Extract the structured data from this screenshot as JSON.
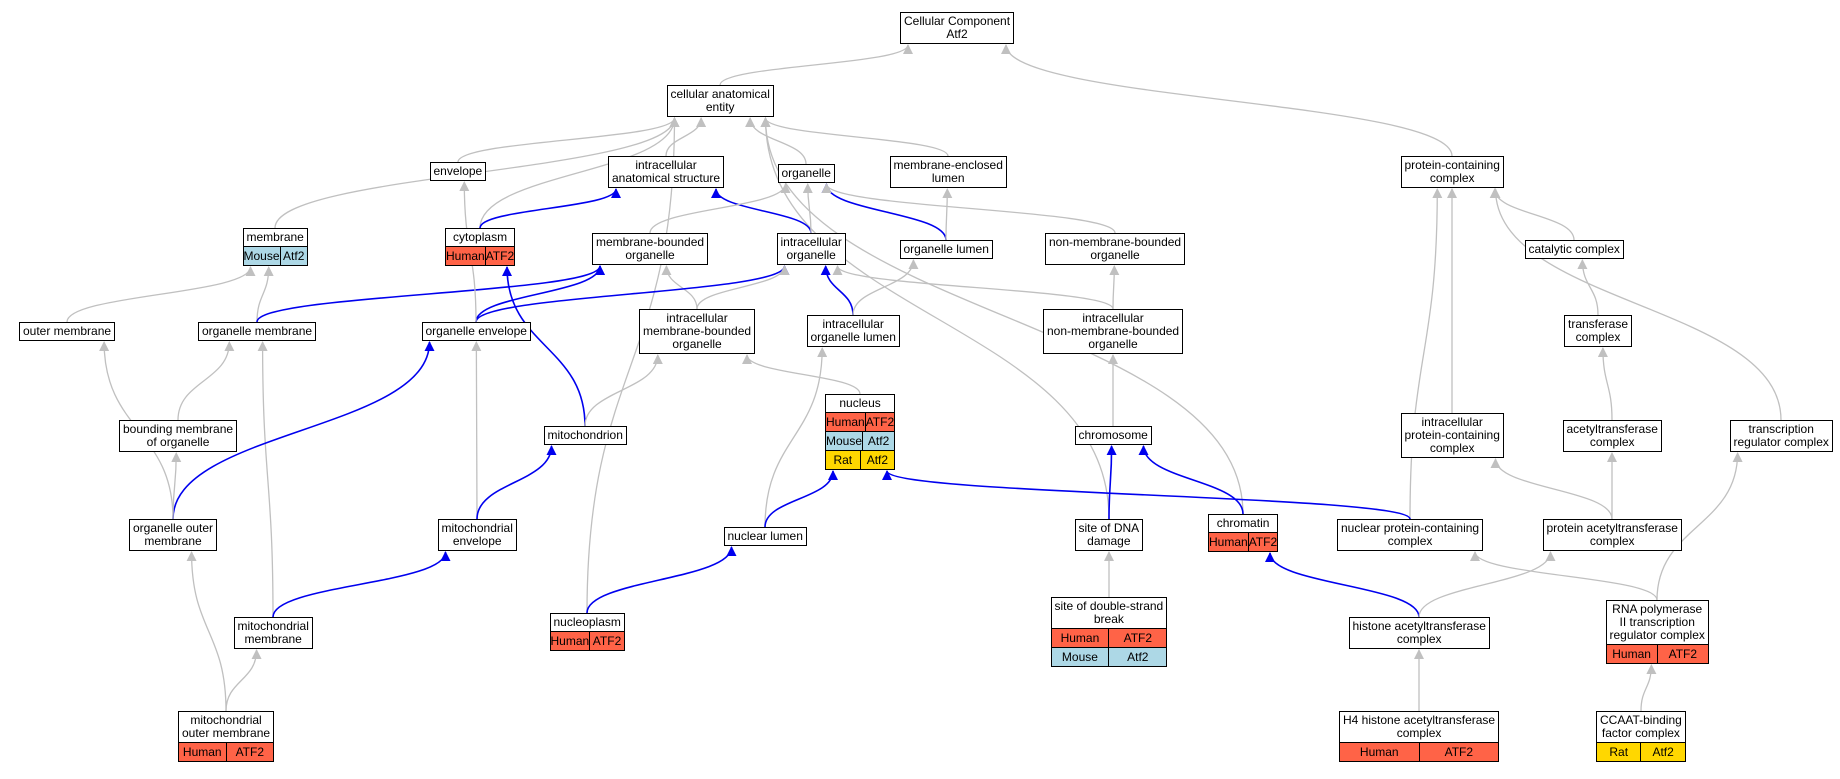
{
  "colors": {
    "Human": "#ff6347",
    "Mouse": "#add8e6",
    "Rat": "#ffd700",
    "edge_gray": "#c0c0c0",
    "edge_blue": "#0000ee"
  },
  "nodes": [
    {
      "id": "cc",
      "lines": [
        "Cellular Component",
        "Atf2"
      ]
    },
    {
      "id": "cae",
      "lines": [
        "cellular anatomical",
        "entity"
      ]
    },
    {
      "id": "envelope",
      "lines": [
        "envelope"
      ]
    },
    {
      "id": "ias",
      "lines": [
        "intracellular",
        "anatomical structure"
      ]
    },
    {
      "id": "organelle",
      "lines": [
        "organelle"
      ]
    },
    {
      "id": "mel",
      "lines": [
        "membrane-enclosed",
        "lumen"
      ]
    },
    {
      "id": "pcc",
      "lines": [
        "protein-containing",
        "complex"
      ]
    },
    {
      "id": "membrane",
      "lines": [
        "membrane"
      ],
      "ann": [
        {
          "species": "Mouse",
          "gene": "Atf2"
        }
      ]
    },
    {
      "id": "cytoplasm",
      "lines": [
        "cytoplasm"
      ],
      "ann": [
        {
          "species": "Human",
          "gene": "ATF2"
        }
      ]
    },
    {
      "id": "mbo",
      "lines": [
        "membrane-bounded",
        "organelle"
      ]
    },
    {
      "id": "io",
      "lines": [
        "intracellular",
        "organelle"
      ]
    },
    {
      "id": "ol",
      "lines": [
        "organelle lumen"
      ]
    },
    {
      "id": "nmbo",
      "lines": [
        "non-membrane-bounded",
        "organelle"
      ]
    },
    {
      "id": "catc",
      "lines": [
        "catalytic complex"
      ]
    },
    {
      "id": "om",
      "lines": [
        "outer membrane"
      ]
    },
    {
      "id": "orgm",
      "lines": [
        "organelle membrane"
      ]
    },
    {
      "id": "oenv",
      "lines": [
        "organelle envelope"
      ]
    },
    {
      "id": "imbo",
      "lines": [
        "intracellular",
        "membrane-bounded",
        "organelle"
      ]
    },
    {
      "id": "iol",
      "lines": [
        "intracellular",
        "organelle lumen"
      ]
    },
    {
      "id": "inmbo",
      "lines": [
        "intracellular",
        "non-membrane-bounded",
        "organelle"
      ]
    },
    {
      "id": "trc",
      "lines": [
        "transferase",
        "complex"
      ]
    },
    {
      "id": "bmo",
      "lines": [
        "bounding membrane",
        "of organelle"
      ]
    },
    {
      "id": "mito",
      "lines": [
        "mitochondrion"
      ]
    },
    {
      "id": "nucleus",
      "lines": [
        "nucleus"
      ],
      "ann": [
        {
          "species": "Human",
          "gene": "ATF2"
        },
        {
          "species": "Mouse",
          "gene": "Atf2"
        },
        {
          "species": "Rat",
          "gene": "Atf2"
        }
      ]
    },
    {
      "id": "chrom",
      "lines": [
        "chromosome"
      ]
    },
    {
      "id": "ipcc",
      "lines": [
        "intracellular",
        "protein-containing",
        "complex"
      ]
    },
    {
      "id": "actc",
      "lines": [
        "acetyltransferase",
        "complex"
      ]
    },
    {
      "id": "trcx",
      "lines": [
        "transcription",
        "regulator complex"
      ]
    },
    {
      "id": "oom",
      "lines": [
        "organelle outer",
        "membrane"
      ]
    },
    {
      "id": "menv",
      "lines": [
        "mitochondrial",
        "envelope"
      ]
    },
    {
      "id": "nl",
      "lines": [
        "nuclear lumen"
      ]
    },
    {
      "id": "sdd",
      "lines": [
        "site of DNA",
        "damage"
      ]
    },
    {
      "id": "chromatin",
      "lines": [
        "chromatin"
      ],
      "ann": [
        {
          "species": "Human",
          "gene": "ATF2"
        }
      ]
    },
    {
      "id": "npcc",
      "lines": [
        "nuclear protein-containing",
        "complex"
      ]
    },
    {
      "id": "pac",
      "lines": [
        "protein acetyltransferase",
        "complex"
      ]
    },
    {
      "id": "nucleoplasm",
      "lines": [
        "nucleoplasm"
      ],
      "ann": [
        {
          "species": "Human",
          "gene": "ATF2"
        }
      ]
    },
    {
      "id": "mm",
      "lines": [
        "mitochondrial",
        "membrane"
      ]
    },
    {
      "id": "sdsb",
      "lines": [
        "site of double-strand",
        "break"
      ],
      "ann": [
        {
          "species": "Human",
          "gene": "ATF2"
        },
        {
          "species": "Mouse",
          "gene": "Atf2"
        }
      ]
    },
    {
      "id": "hac",
      "lines": [
        "histone acetyltransferase",
        "complex"
      ]
    },
    {
      "id": "rnap",
      "lines": [
        "RNA polymerase",
        "II transcription",
        "regulator complex"
      ],
      "ann": [
        {
          "species": "Human",
          "gene": "ATF2"
        }
      ]
    },
    {
      "id": "mom",
      "lines": [
        "mitochondrial",
        "outer membrane"
      ],
      "ann": [
        {
          "species": "Human",
          "gene": "ATF2"
        }
      ]
    },
    {
      "id": "h4hac",
      "lines": [
        "H4 histone acetyltransferase",
        "complex"
      ],
      "ann": [
        {
          "species": "Human",
          "gene": "ATF2"
        }
      ]
    },
    {
      "id": "ccaat",
      "lines": [
        "CCAAT-binding",
        "factor complex"
      ],
      "ann": [
        {
          "species": "Rat",
          "gene": "Atf2"
        }
      ]
    }
  ],
  "edges": [
    {
      "from": "cae",
      "to": "cc",
      "kind": "gray"
    },
    {
      "from": "pcc",
      "to": "cc",
      "kind": "gray"
    },
    {
      "from": "envelope",
      "to": "cae",
      "kind": "gray"
    },
    {
      "from": "ias",
      "to": "cae",
      "kind": "gray"
    },
    {
      "from": "organelle",
      "to": "cae",
      "kind": "gray"
    },
    {
      "from": "mel",
      "to": "cae",
      "kind": "gray"
    },
    {
      "from": "membrane",
      "to": "cae",
      "kind": "gray"
    },
    {
      "from": "cytoplasm",
      "to": "cae",
      "kind": "gray"
    },
    {
      "from": "nucleoplasm",
      "to": "cae",
      "kind": "gray"
    },
    {
      "from": "sdd",
      "to": "cae",
      "kind": "gray"
    },
    {
      "from": "chromatin",
      "to": "cae",
      "kind": "gray"
    },
    {
      "from": "cytoplasm",
      "to": "ias",
      "kind": "blue"
    },
    {
      "from": "io",
      "to": "ias",
      "kind": "blue"
    },
    {
      "from": "ol",
      "to": "organelle",
      "kind": "blue"
    },
    {
      "from": "mbo",
      "to": "organelle",
      "kind": "gray"
    },
    {
      "from": "io",
      "to": "organelle",
      "kind": "gray"
    },
    {
      "from": "nmbo",
      "to": "organelle",
      "kind": "gray"
    },
    {
      "from": "ol",
      "to": "mel",
      "kind": "gray"
    },
    {
      "from": "catc",
      "to": "pcc",
      "kind": "gray"
    },
    {
      "from": "ipcc",
      "to": "pcc",
      "kind": "gray"
    },
    {
      "from": "npcc",
      "to": "pcc",
      "kind": "gray"
    },
    {
      "from": "trcx",
      "to": "pcc",
      "kind": "gray"
    },
    {
      "from": "om",
      "to": "membrane",
      "kind": "gray"
    },
    {
      "from": "orgm",
      "to": "membrane",
      "kind": "gray"
    },
    {
      "from": "mito",
      "to": "cytoplasm",
      "kind": "blue"
    },
    {
      "from": "imbo",
      "to": "mbo",
      "kind": "gray"
    },
    {
      "from": "orgm",
      "to": "mbo",
      "kind": "blue"
    },
    {
      "from": "oenv",
      "to": "mbo",
      "kind": "blue"
    },
    {
      "from": "oenv",
      "to": "io",
      "kind": "blue"
    },
    {
      "from": "iol",
      "to": "io",
      "kind": "blue"
    },
    {
      "from": "imbo",
      "to": "io",
      "kind": "gray"
    },
    {
      "from": "inmbo",
      "to": "io",
      "kind": "gray"
    },
    {
      "from": "iol",
      "to": "ol",
      "kind": "gray"
    },
    {
      "from": "inmbo",
      "to": "nmbo",
      "kind": "gray"
    },
    {
      "from": "trc",
      "to": "catc",
      "kind": "gray"
    },
    {
      "from": "oenv",
      "to": "envelope",
      "kind": "gray"
    },
    {
      "from": "oom",
      "to": "om",
      "kind": "gray"
    },
    {
      "from": "bmo",
      "to": "orgm",
      "kind": "gray"
    },
    {
      "from": "mm",
      "to": "orgm",
      "kind": "gray"
    },
    {
      "from": "oom",
      "to": "oenv",
      "kind": "blue"
    },
    {
      "from": "menv",
      "to": "oenv",
      "kind": "gray"
    },
    {
      "from": "mito",
      "to": "imbo",
      "kind": "gray"
    },
    {
      "from": "nucleus",
      "to": "imbo",
      "kind": "gray"
    },
    {
      "from": "nl",
      "to": "iol",
      "kind": "gray"
    },
    {
      "from": "chrom",
      "to": "inmbo",
      "kind": "gray"
    },
    {
      "from": "actc",
      "to": "trc",
      "kind": "gray"
    },
    {
      "from": "oom",
      "to": "bmo",
      "kind": "gray"
    },
    {
      "from": "menv",
      "to": "mito",
      "kind": "blue"
    },
    {
      "from": "nl",
      "to": "nucleus",
      "kind": "blue"
    },
    {
      "from": "npcc",
      "to": "nucleus",
      "kind": "blue"
    },
    {
      "from": "sdd",
      "to": "chrom",
      "kind": "blue"
    },
    {
      "from": "chromatin",
      "to": "chrom",
      "kind": "blue"
    },
    {
      "from": "pac",
      "to": "ipcc",
      "kind": "gray"
    },
    {
      "from": "pac",
      "to": "actc",
      "kind": "gray"
    },
    {
      "from": "rnap",
      "to": "trcx",
      "kind": "gray"
    },
    {
      "from": "mom",
      "to": "oom",
      "kind": "gray"
    },
    {
      "from": "mm",
      "to": "menv",
      "kind": "blue"
    },
    {
      "from": "nucleoplasm",
      "to": "nl",
      "kind": "blue"
    },
    {
      "from": "sdsb",
      "to": "sdd",
      "kind": "gray"
    },
    {
      "from": "hac",
      "to": "chromatin",
      "kind": "blue"
    },
    {
      "from": "rnap",
      "to": "npcc",
      "kind": "gray"
    },
    {
      "from": "hac",
      "to": "pac",
      "kind": "gray"
    },
    {
      "from": "mom",
      "to": "mm",
      "kind": "gray"
    },
    {
      "from": "h4hac",
      "to": "hac",
      "kind": "gray"
    },
    {
      "from": "ccaat",
      "to": "rnap",
      "kind": "gray"
    }
  ]
}
